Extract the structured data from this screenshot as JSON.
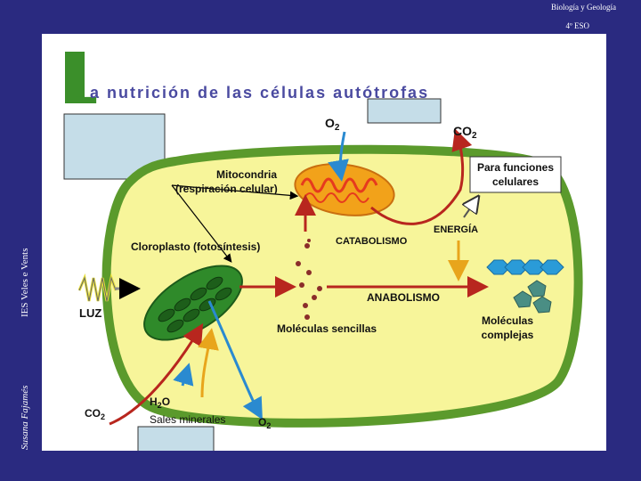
{
  "header": {
    "subject": "Biología y Geología",
    "course": "4º ESO"
  },
  "side": {
    "author": "Susana Fajamés",
    "school": "IES Veles e Vents"
  },
  "title": {
    "initial": "L",
    "rest": "a nutrición de las células autótrofas"
  },
  "diagram": {
    "o2_top": "O",
    "o2_top_sub": "2",
    "co2_top": "CO",
    "co2_top_sub": "2",
    "para_funciones_1": "Para funciones",
    "para_funciones_2": "celulares",
    "mitocondria_1": "Mitocondria",
    "mitocondria_2": "(respiración celular)",
    "energia": "ENERGÍA",
    "catabolismo": "CATABOLISMO",
    "cloroplasto": "Cloroplasto (fotosíntesis)",
    "anabolismo": "ANABOLISMO",
    "luz": "LUZ",
    "moleculas_sencillas": "Moléculas sencillas",
    "moleculas_complejas_1": "Moléculas",
    "moleculas_complejas_2": "complejas",
    "co2_bottom": "CO",
    "co2_bottom_sub": "2",
    "h2o": "H",
    "h2o_sub": "2",
    "h2o_o": "O",
    "sales": "Sales minerales",
    "o2_bottom": "O",
    "o2_bottom_sub": "2"
  },
  "colors": {
    "background": "#2a2a80",
    "cell_fill": "#f7f59a",
    "cell_border": "#5b9a2c",
    "answer_box": "#c5dde8",
    "title_green": "#3b8f2a",
    "arrow_red": "#b8261e",
    "arrow_blue": "#2a8ad0",
    "arrow_orange": "#e8a51c"
  }
}
